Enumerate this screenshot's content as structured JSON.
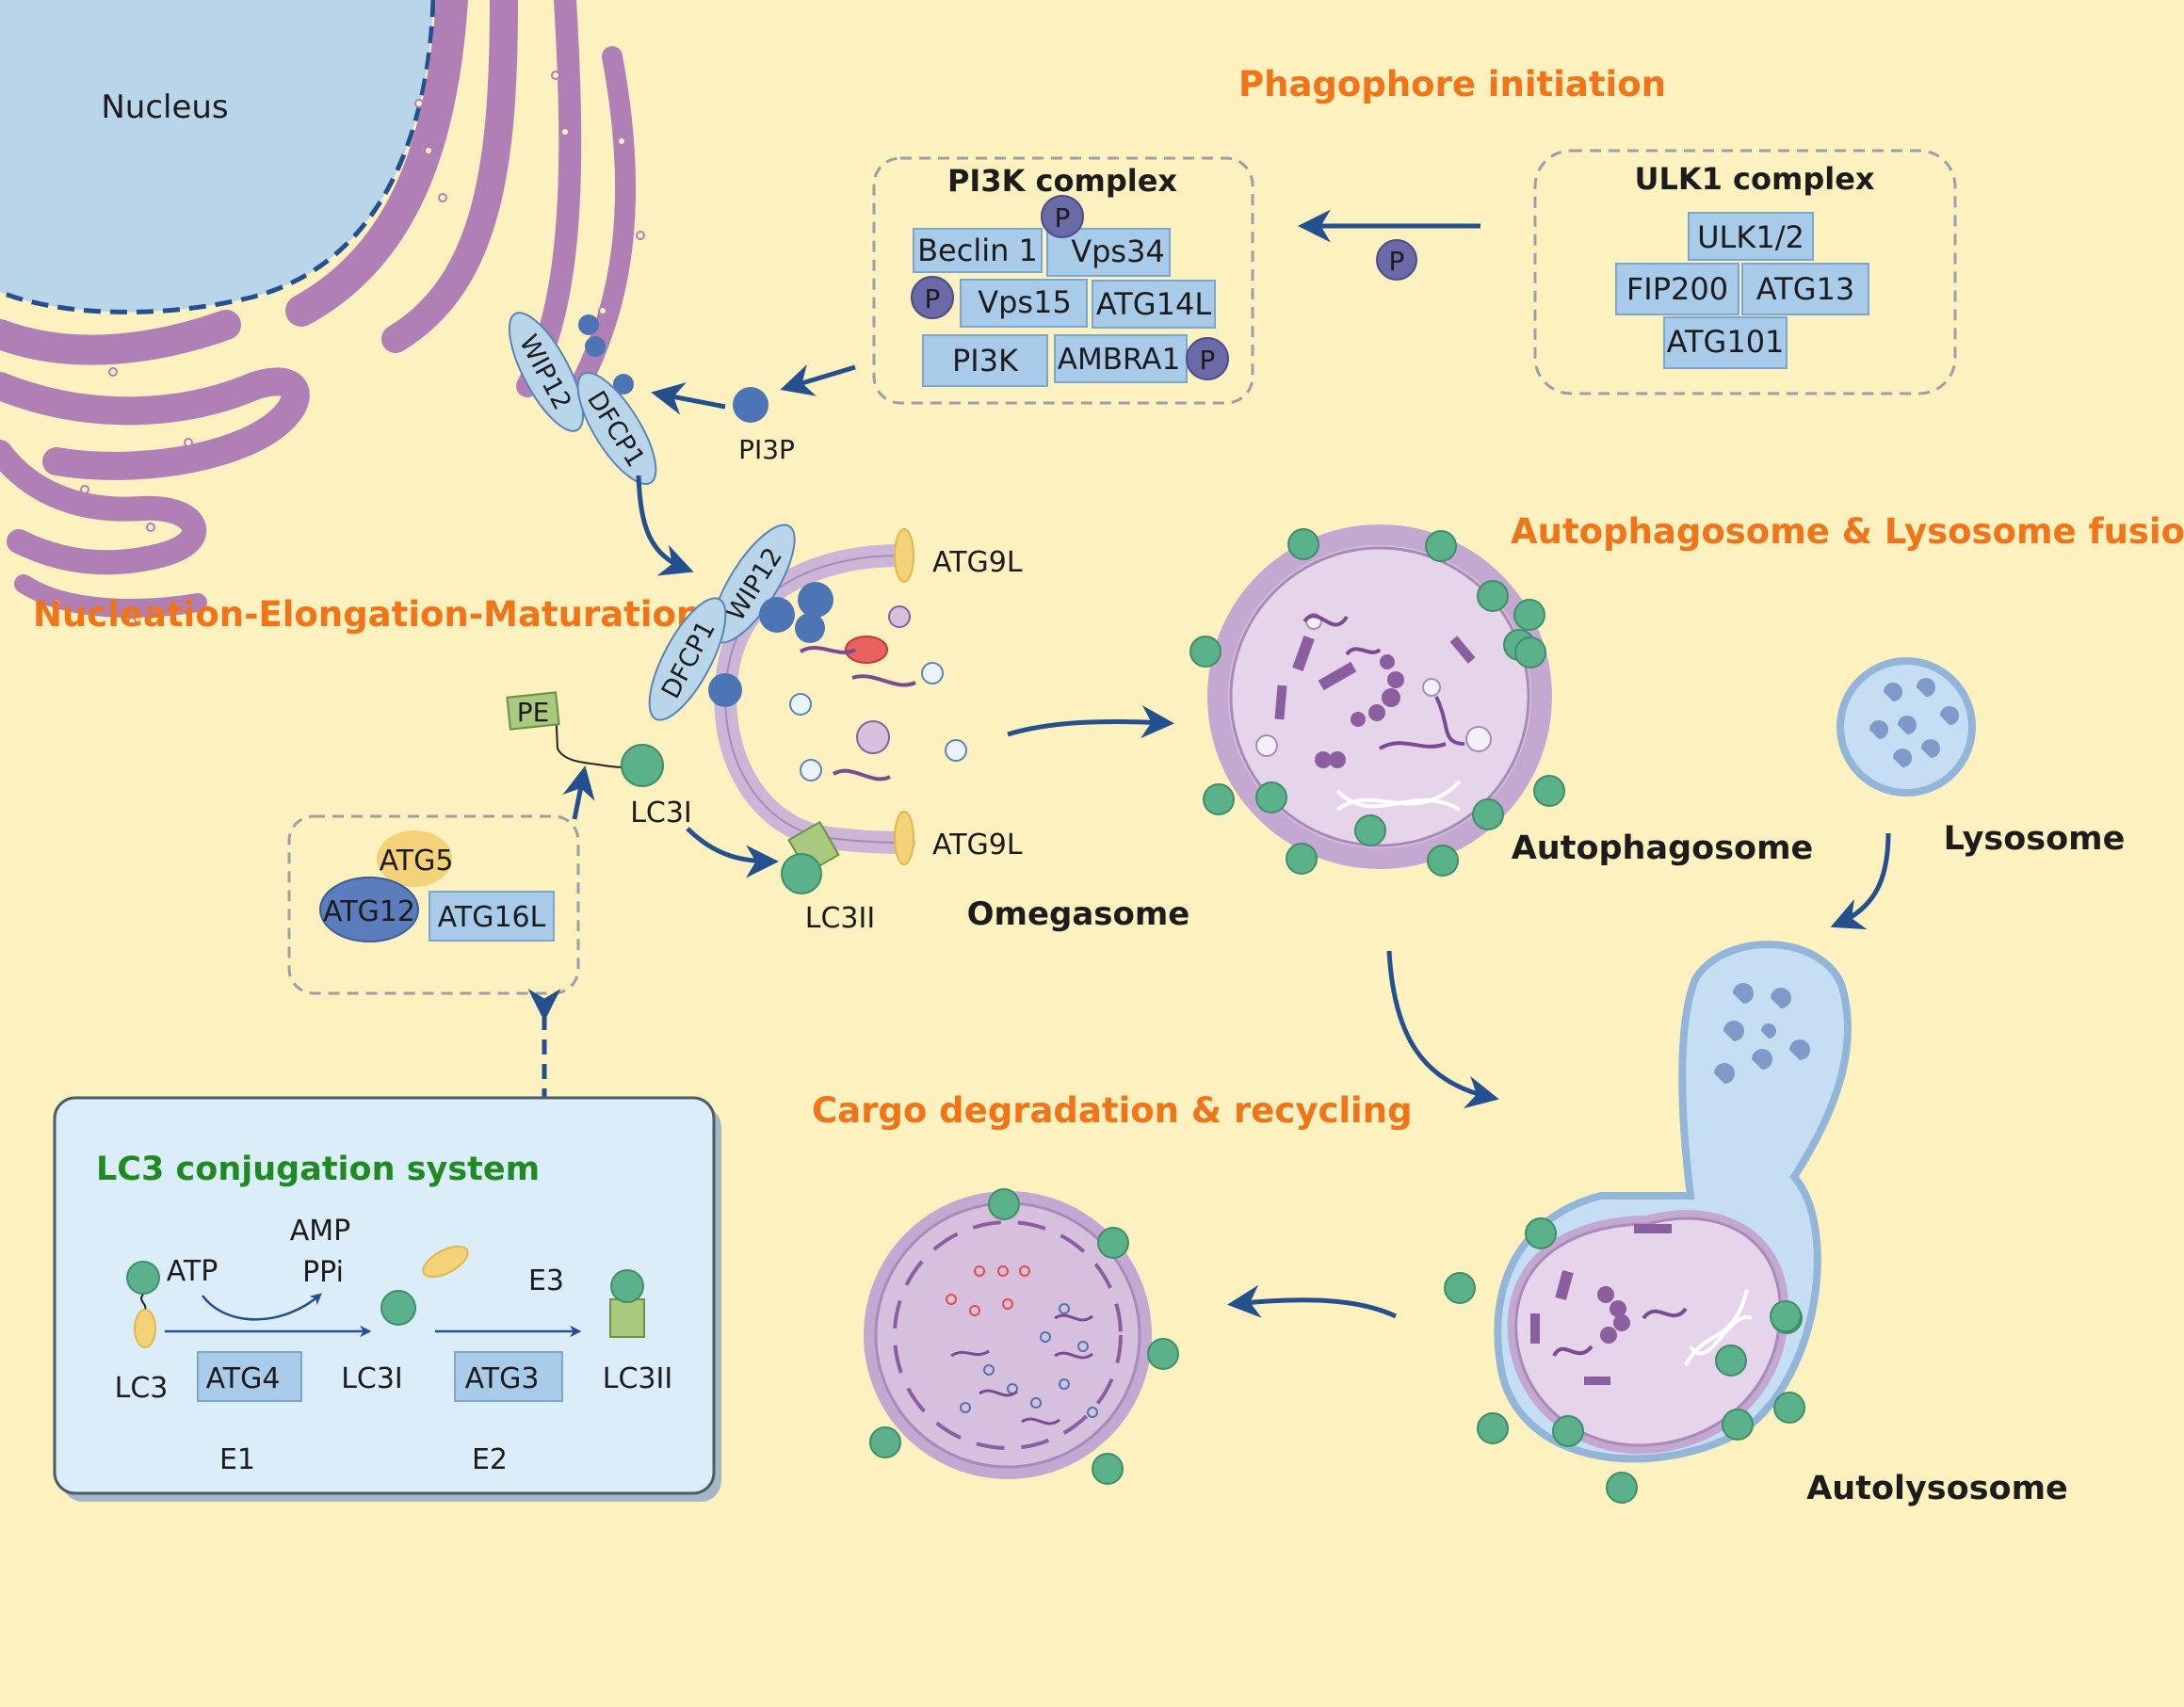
{
  "colors": {
    "background": "#fdf1c0",
    "heading": "#f27419",
    "arrow": "#24508f",
    "protein_box": "#a9cbea",
    "phospho": "#6b6aa8",
    "nucleus": "#b8d5ea",
    "er": "#b07fb5",
    "vesicle": "#d6c0dd",
    "lc3": "#5bb18a",
    "lc3_system_title": "#1f8a22"
  },
  "nucleus": {
    "label": "Nucleus"
  },
  "sections": {
    "phagophore_initiation": "Phagophore initiation",
    "nucleation": "Nucleation-Elongation-Maturation",
    "fusion": "Autophagosome & Lysosome fusion",
    "degradation": "Cargo degradation & recycling"
  },
  "pi3k_complex": {
    "title": "PI3K complex",
    "proteins": [
      "Beclin 1",
      "Vps34",
      "Vps15",
      "ATG14L",
      "PI3K",
      "AMBRA1"
    ],
    "phospho": "P"
  },
  "ulk1_complex": {
    "title": "ULK1 complex",
    "proteins": [
      "ULK1/2",
      "FIP200",
      "ATG13",
      "ATG101"
    ]
  },
  "er_labels": {
    "wip12": "WIP12",
    "dfcp1": "DFCP1",
    "pi3p": "PI3P"
  },
  "omegasome": {
    "label": "Omegasome",
    "wip12": "WIP12",
    "dfcp1": "DFCP1",
    "atg9l_top": "ATG9L",
    "atg9l_bottom": "ATG9L",
    "pe": "PE",
    "lc3i": "LC3I",
    "lc3ii": "LC3II"
  },
  "atg_complex": {
    "atg5": "ATG5",
    "atg12": "ATG12",
    "atg16l": "ATG16L"
  },
  "lc3_system": {
    "title": "LC3 conjugation system",
    "atp": "ATP",
    "amp": "AMP",
    "ppi": "PPi",
    "e3": "E3",
    "lc3": "LC3",
    "atg4": "ATG4",
    "lc3i": "LC3I",
    "atg3": "ATG3",
    "lc3ii": "LC3II",
    "e1": "E1",
    "e2": "E2"
  },
  "autophagosome": {
    "label": "Autophagosome"
  },
  "lysosome": {
    "label": "Lysosome"
  },
  "autolysosome": {
    "label": "Autolysosome"
  }
}
